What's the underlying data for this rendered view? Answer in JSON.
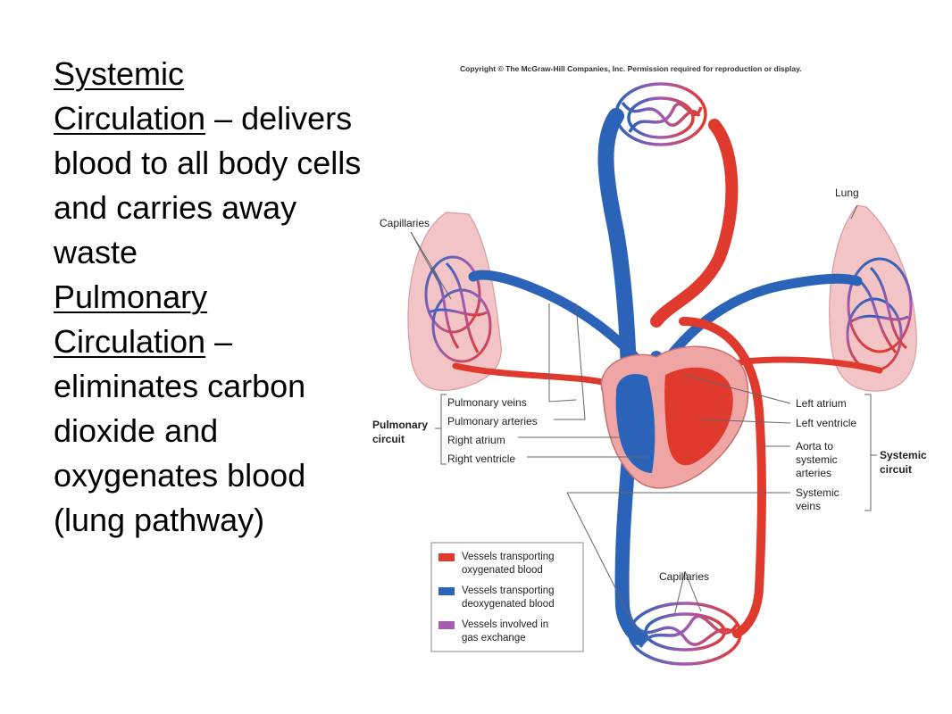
{
  "text": {
    "systemic_title_1": "Systemic",
    "systemic_title_2": "Circulation",
    "systemic_dash": " –",
    "systemic_desc": "delivers blood to all body cells and carries away waste",
    "pulmonary_title_1": "Pulmonary",
    "pulmonary_title_2": "Circulation",
    "pulmonary_dash": " –",
    "pulmonary_desc": "eliminates carbon dioxide and oxygenates blood (lung pathway)"
  },
  "figure": {
    "copyright": "Copyright © The McGraw-Hill Companies, Inc. Permission required for reproduction or display.",
    "labels": {
      "lung": "Lung",
      "capillaries_top": "Capillaries",
      "capillaries_bottom": "Capillaries",
      "pulmonary_veins": "Pulmonary veins",
      "pulmonary_arteries": "Pulmonary arteries",
      "right_atrium": "Right atrium",
      "right_ventricle": "Right ventricle",
      "pulmonary_circuit_1": "Pulmonary",
      "pulmonary_circuit_2": "circuit",
      "left_atrium": "Left atrium",
      "left_ventricle": "Left ventricle",
      "aorta_1": "Aorta to",
      "aorta_2": "systemic",
      "aorta_3": "arteries",
      "systemic_veins_1": "Systemic",
      "systemic_veins_2": "veins",
      "systemic_circuit_1": "Systemic",
      "systemic_circuit_2": "circuit"
    },
    "legend": [
      {
        "line1": "Vessels transporting",
        "line2": "oxygenated blood",
        "color": "#e03a2e"
      },
      {
        "line1": "Vessels transporting",
        "line2": "deoxygenated blood",
        "color": "#2b63b8"
      },
      {
        "line1": "Vessels involved in",
        "line2": "gas exchange",
        "color": "#a55bb0"
      }
    ],
    "colors": {
      "oxygenated": "#e03a2e",
      "deoxygenated": "#2b63b8",
      "gas_exchange": "#a55bb0",
      "lung_tissue": "#f2c4c6",
      "heart_tissue": "#f0a5a5"
    }
  }
}
